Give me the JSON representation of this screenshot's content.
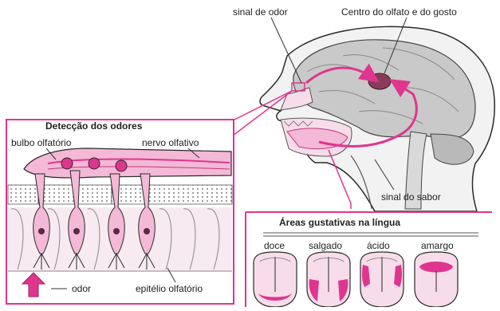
{
  "labels": {
    "odor_signal": "sinal de odor",
    "center": "Centro do olfato e do gosto",
    "taste_signal": "sinal do sabor"
  },
  "inset": {
    "title": "Detecção dos odores",
    "bulb": "bulbo olfatório",
    "nerve": "nervo olfativo",
    "odor": "odor",
    "epithelium": "epitélio olfatório"
  },
  "taste": {
    "title": "Áreas gustativas na língua",
    "areas": [
      "doce",
      "salgado",
      "ácido",
      "amargo"
    ]
  },
  "colors": {
    "accent": "#e0358f",
    "accent_light": "#f3b9d6",
    "tissue": "#f7dce9",
    "outline": "#2a2a2a",
    "brain": "#c9c9c9"
  }
}
